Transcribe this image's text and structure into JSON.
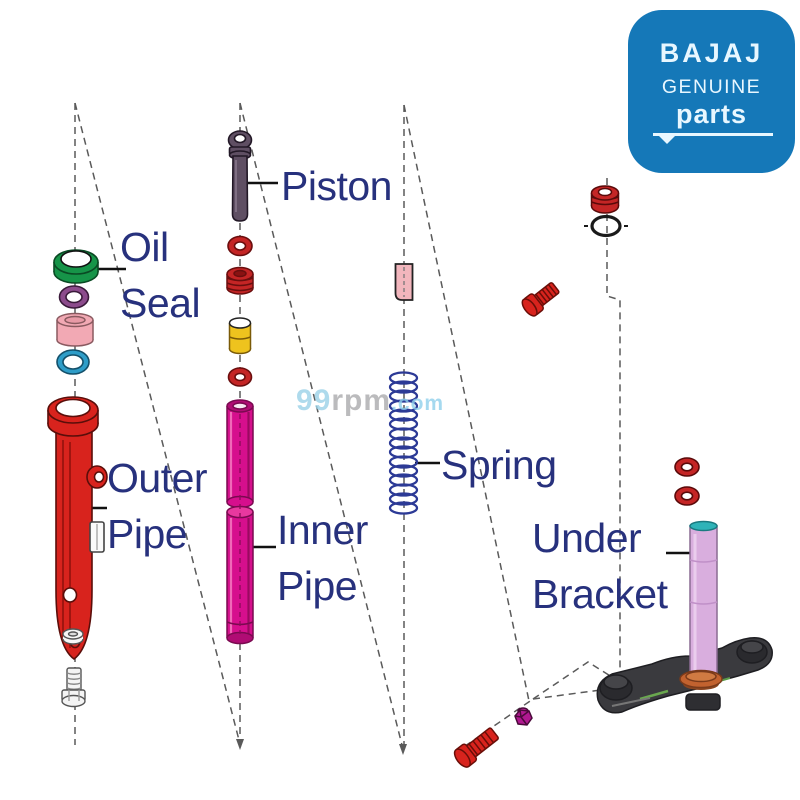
{
  "logo": {
    "brand": "BAJAJ",
    "genuine": "GENUINE",
    "parts": "parts"
  },
  "watermark": {
    "num": "99",
    "rpm": "rpm",
    "dotcom": ".com"
  },
  "labels": {
    "oil_seal": {
      "line1": "Oil",
      "line2": "Seal"
    },
    "piston": {
      "line1": "Piston"
    },
    "outer_pipe": {
      "line1": "Outer",
      "line2": "Pipe"
    },
    "inner_pipe": {
      "line1": "Inner",
      "line2": "Pipe"
    },
    "spring": {
      "line1": "Spring"
    },
    "under_bracket": {
      "line1": "Under",
      "line2": "Bracket"
    }
  },
  "colors": {
    "label_text": "#27317d",
    "leader_line": "#111111",
    "dashed_line": "#5a5a5a",
    "logo_blue": "#1578b8",
    "logo_text": "#e8f7ff",
    "oil_seal_green": "#169448",
    "oring_purple": "#8c4b8c",
    "bushing_pink": "#f2a9b4",
    "oring_blue": "#2e9dc8",
    "outer_pipe_red": "#d8231d",
    "piston_purple": "#5f4f63",
    "oring_red": "#c42525",
    "bushing_yellow": "#eec31e",
    "inner_pipe_magenta": "#d60f8d",
    "rebound_pink": "#f2b6bd",
    "spring_blue": "#2c3a96",
    "bolt_red": "#d8231d",
    "ribbed_ring_red": "#c42525",
    "black_oring": "#1a1a1a",
    "nut_purple": "#b01890",
    "stem_pink": "#d9aede",
    "stem_cap_teal": "#2fb3b8",
    "collar_orange": "#c2622f",
    "bracket_dark": "#3a3a3e",
    "bracket_green": "#6aa84f",
    "watermark_blue": "#8fd0ec",
    "watermark_gray": "#ababad"
  }
}
